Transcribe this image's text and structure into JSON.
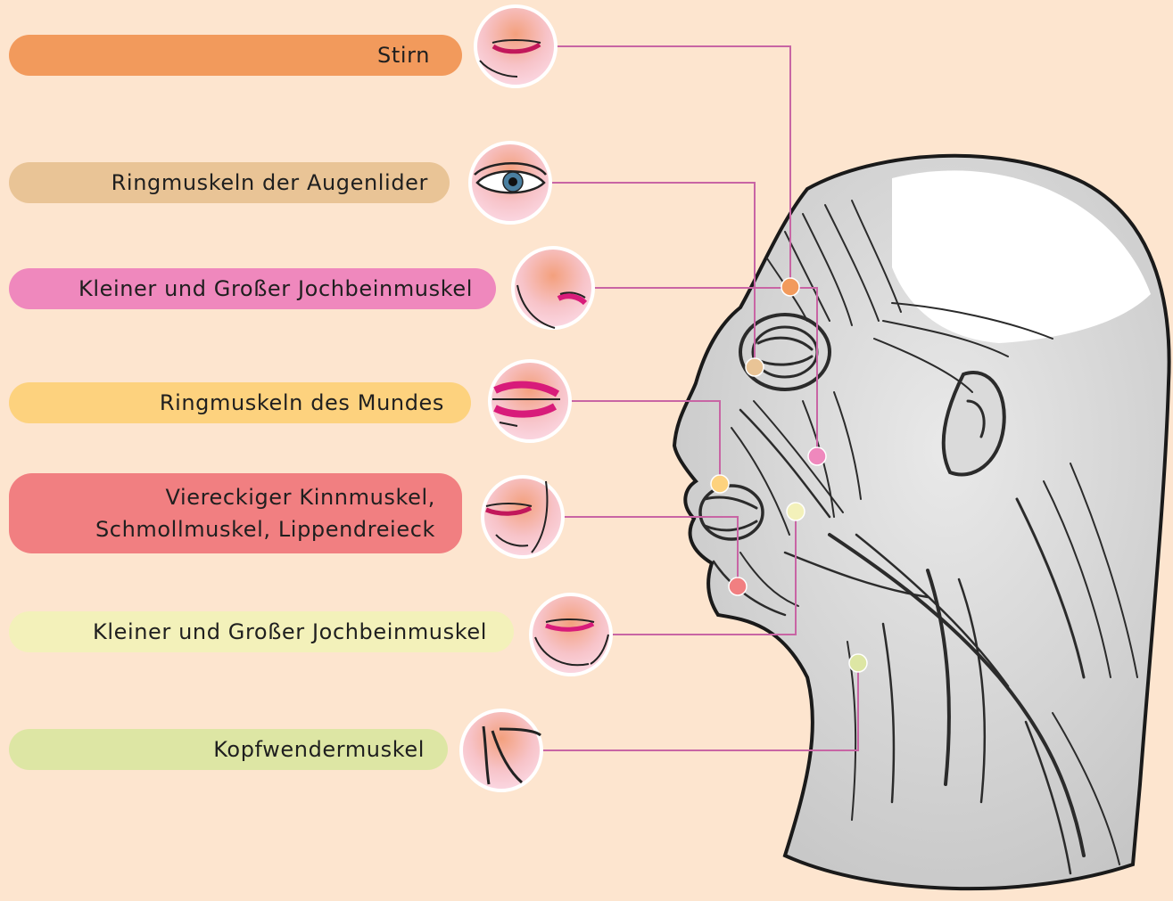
{
  "labels": [
    {
      "text": "Stirn",
      "color": "#f29a5c"
    },
    {
      "text": "Ringmuskeln der Augenlider",
      "color": "#e9c496"
    },
    {
      "text": "Kleiner und Großer Jochbeinmuskel",
      "color": "#ef88bd"
    },
    {
      "text": "Ringmuskeln des Mundes",
      "color": "#fdd27e"
    },
    {
      "text": "Viereckiger Kinnmuskel,\nSchmollmuskel, Lippendreieck",
      "color": "#f17f81"
    },
    {
      "text": "Kleiner und Großer Jochbeinmuskel",
      "color": "#f3f1ba"
    },
    {
      "text": "Kopfwendermuskel",
      "color": "#dde6a4"
    }
  ],
  "thumbnails": [
    {
      "icon": "lips-smile-icon"
    },
    {
      "icon": "eye-icon"
    },
    {
      "icon": "cheek-lips-icon"
    },
    {
      "icon": "lips-closeup-icon"
    },
    {
      "icon": "chin-mouth-icon"
    },
    {
      "icon": "jaw-mouth-icon"
    },
    {
      "icon": "neck-icon"
    }
  ],
  "markers": [
    {
      "color": "#f29a5c"
    },
    {
      "color": "#e9c496"
    },
    {
      "color": "#ef88bd"
    },
    {
      "color": "#fdd27e"
    },
    {
      "color": "#f17f81"
    },
    {
      "color": "#f3f1ba"
    },
    {
      "color": "#dde6a4"
    }
  ],
  "connector_color": "#c865a4",
  "background_color": "#fde5cf"
}
